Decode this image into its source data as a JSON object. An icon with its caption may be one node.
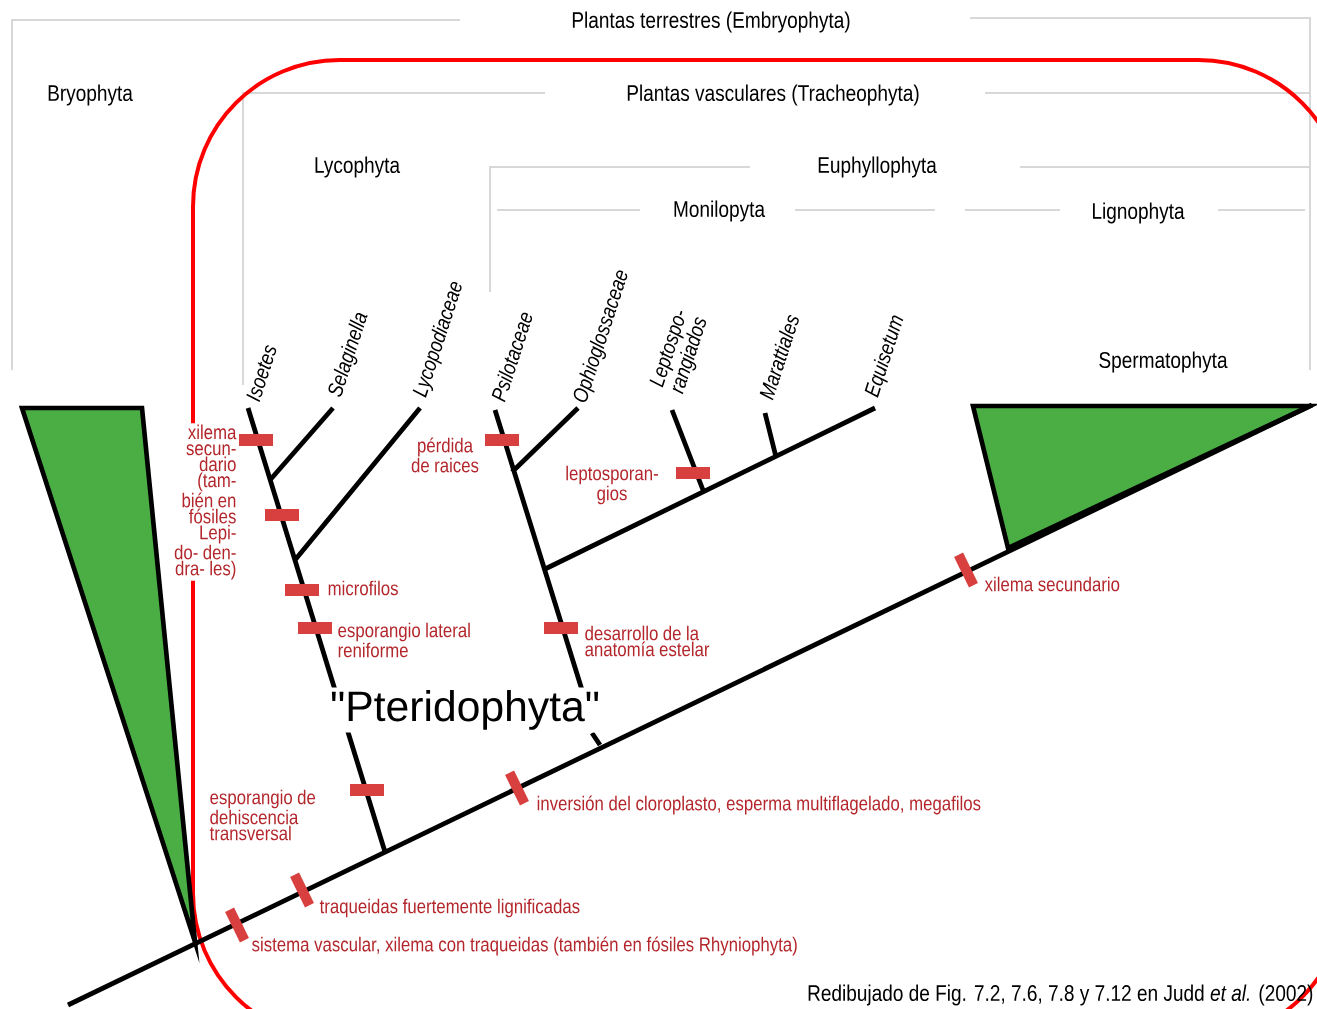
{
  "diagram": {
    "caption": "Redibujado de Fig. 7.2, 7.6, 7.8 y 7.12 en Judd *et al.* (2002)",
    "labels": [
      "Plantas terrestres (Embryophyta)",
      "Bryophyta",
      "Plantas vasculares (Tracheophyta)",
      "Lycophyta",
      "Euphyllophyta",
      "Monilopyta",
      "Lignophyta",
      "Isoetes",
      "Selaginella",
      "Lycopodiaceae",
      "Psilotaceae",
      "Ophioglossaceae",
      "Leptospo- rangiados",
      "Marattiales",
      "Equisetum",
      "Spermatophyta",
      "xilema secun- dario (tam- bién en fósiles Lepi- do- den- dra- les)",
      "pérdida de raices",
      "leptosporan- gios",
      "microfilos",
      "esporangio lateral reniforme",
      "desarrollo de la anatomía estelar",
      "xilema secundario",
      "\"Pteridophyta\"",
      "esporangio de dehiscencia transversal",
      "inversión del cloroplasto, esperma multiflagelado, megafilos",
      "traqueidas fuertemente lignificadas",
      "sistema vascular, xilema con traqueidas (también en fósiles Rhyniophyta)"
    ]
  }
}
